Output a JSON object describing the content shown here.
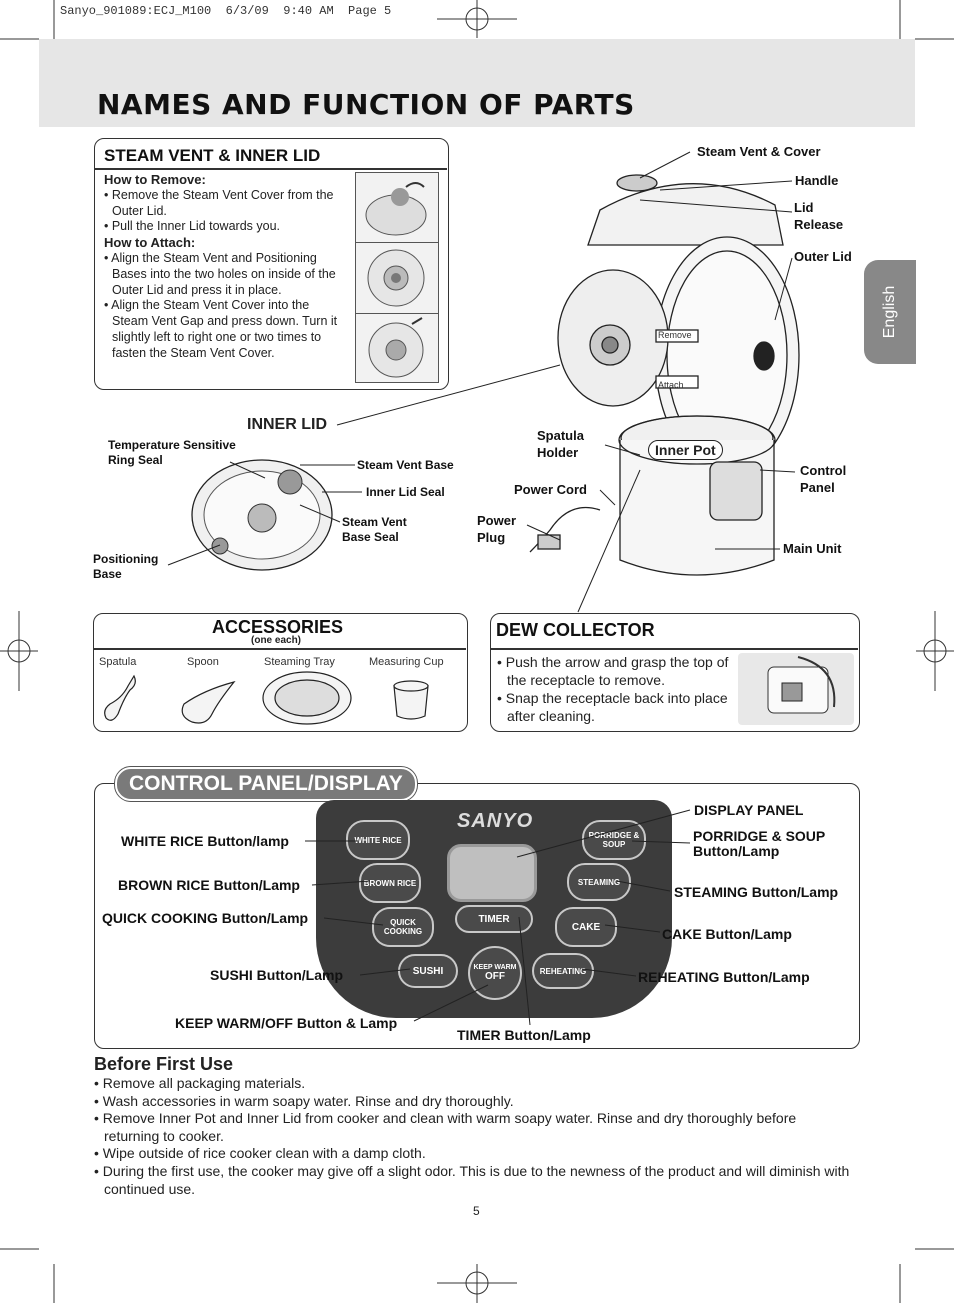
{
  "slug": "Sanyo_901089:ECJ_M100  6/3/09  9:40 AM  Page 5",
  "title": "NAMES AND FUNCTION OF PARTS",
  "language_tab": "English",
  "steam_vent": {
    "title": "STEAM VENT & INNER LID",
    "remove_heading": "How to Remove:",
    "remove_1": "• Remove the Steam Vent Cover from the Outer Lid.",
    "remove_2": "• Pull the Inner Lid towards you.",
    "attach_heading": "How to Attach:",
    "attach_1": "• Align the Steam Vent and Positioning Bases into the two holes on inside of the Outer Lid and press it in place.",
    "attach_2": "• Align the Steam Vent Cover into the Steam Vent Gap and press down. Turn it slightly left to right one or two times to fasten the Steam Vent Cover."
  },
  "parts": {
    "steam_vent_cover": "Steam Vent & Cover",
    "handle": "Handle",
    "lid_release": "Lid Release",
    "outer_lid": "Outer Lid",
    "remove": "Remove",
    "attach": "Attach",
    "inner_lid": "INNER LID",
    "spatula_holder": "Spatula Holder",
    "inner_pot": "Inner Pot",
    "control_panel": "Control Panel",
    "power_cord": "Power Cord",
    "power_plug": "Power Plug",
    "main_unit": "Main Unit",
    "temp_seal": "Temperature Sensitive Ring Seal",
    "steam_vent_base": "Steam Vent Base",
    "inner_lid_seal": "Inner Lid Seal",
    "steam_vent_base_seal": "Steam Vent Base Seal",
    "positioning_base": "Positioning Base"
  },
  "accessories": {
    "title": "ACCESSORIES",
    "subtitle": "(one each)",
    "items": [
      "Spatula",
      "Spoon",
      "Steaming Tray",
      "Measuring Cup"
    ]
  },
  "dew": {
    "title": "DEW COLLECTOR",
    "b1": "• Push the arrow and grasp the top of the receptacle to remove.",
    "b2": "• Snap the receptacle back into place after cleaning."
  },
  "control": {
    "title": "CONTROL PANEL/DISPLAY",
    "brand": "SANYO",
    "left": [
      "WHITE RICE Button/lamp",
      "BROWN RICE Button/Lamp",
      "QUICK COOKING Button/Lamp",
      "SUSHI Button/Lamp",
      "KEEP WARM/OFF Button & Lamp"
    ],
    "right": [
      "DISPLAY PANEL",
      "PORRIDGE & SOUP Button/Lamp",
      "STEAMING Button/Lamp",
      "CAKE Button/Lamp",
      "REHEATING Button/Lamp"
    ],
    "timer_label": "TIMER Button/Lamp",
    "buttons": {
      "white_rice": "WHITE RICE",
      "brown_rice": "BROWN RICE",
      "quick": "QUICK COOKING",
      "sushi": "SUSHI",
      "keep_warm": "KEEP WARM",
      "off": "OFF",
      "timer": "TIMER",
      "porridge": "PORRIDGE & SOUP",
      "steaming": "STEAMING",
      "cake": "CAKE",
      "reheating": "REHEATING"
    }
  },
  "before": {
    "title": "Before First Use",
    "items": [
      "• Remove all packaging materials.",
      "• Wash accessories in warm soapy water. Rinse and dry thoroughly.",
      "• Remove Inner Pot and Inner Lid from cooker and clean with warm soapy water. Rinse and dry thoroughly before returning to cooker.",
      "• Wipe outside of rice cooker clean with a damp cloth.",
      "• During the first use, the cooker may give off a slight odor. This is due to the newness of the product and will diminish with continued use."
    ]
  },
  "page_number": "5"
}
